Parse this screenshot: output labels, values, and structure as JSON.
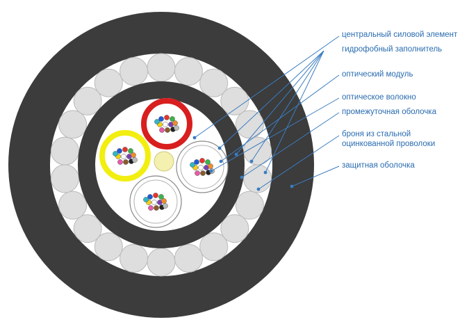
{
  "labels": [
    {
      "id": "central-strength-member",
      "text": "центральный силовой элемент"
    },
    {
      "id": "hydrophobic-filler",
      "text": "гидрофобный заполнитель"
    },
    {
      "id": "optical-module",
      "text": "оптический модуль"
    },
    {
      "id": "optical-fiber",
      "text": "оптическое волокно"
    },
    {
      "id": "intermediate-sheath",
      "text": "промежуточная оболочка"
    },
    {
      "id": "steel-wire-armor",
      "text": "броня из стальной",
      "text2": "оцинкованной проволоки"
    },
    {
      "id": "protective-sheath",
      "text": "защитная оболочка"
    }
  ],
  "colors": {
    "label_text": "#2a6cb0",
    "leader_line": "#3a7cc0",
    "outer_jacket": "#3c3c3c",
    "inner_sheath": "#3c3c3c",
    "armor_wire": "#dedede",
    "core_fill": "#ffffff",
    "red_module": "#d81e1e",
    "yellow_module": "#f2ee10",
    "central_member": "#f3f0b0"
  },
  "fiber_colors": [
    "#1f5bd8",
    "#e6352b",
    "#3cb44b",
    "#f5d010",
    "#ffffff",
    "#7a3fb5",
    "#f08c2a",
    "#e85aa8",
    "#8b5a2b",
    "#222222",
    "#2fb7c9",
    "#bbbbbb"
  ]
}
